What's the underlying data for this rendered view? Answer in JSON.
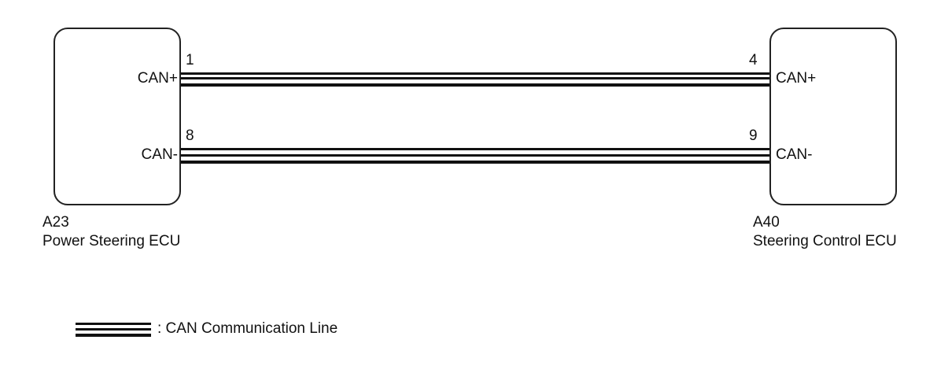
{
  "left_ecu": {
    "connector": "A23",
    "name": "Power Steering ECU",
    "pins": [
      {
        "number": "1",
        "signal": "CAN+"
      },
      {
        "number": "8",
        "signal": "CAN-"
      }
    ]
  },
  "right_ecu": {
    "connector": "A40",
    "name": "Steering Control ECU",
    "pins": [
      {
        "number": "4",
        "signal": "CAN+"
      },
      {
        "number": "9",
        "signal": "CAN-"
      }
    ]
  },
  "legend": {
    "label": ": CAN Communication Line"
  },
  "colors": {
    "line": "#111111",
    "box_border": "#222222"
  }
}
